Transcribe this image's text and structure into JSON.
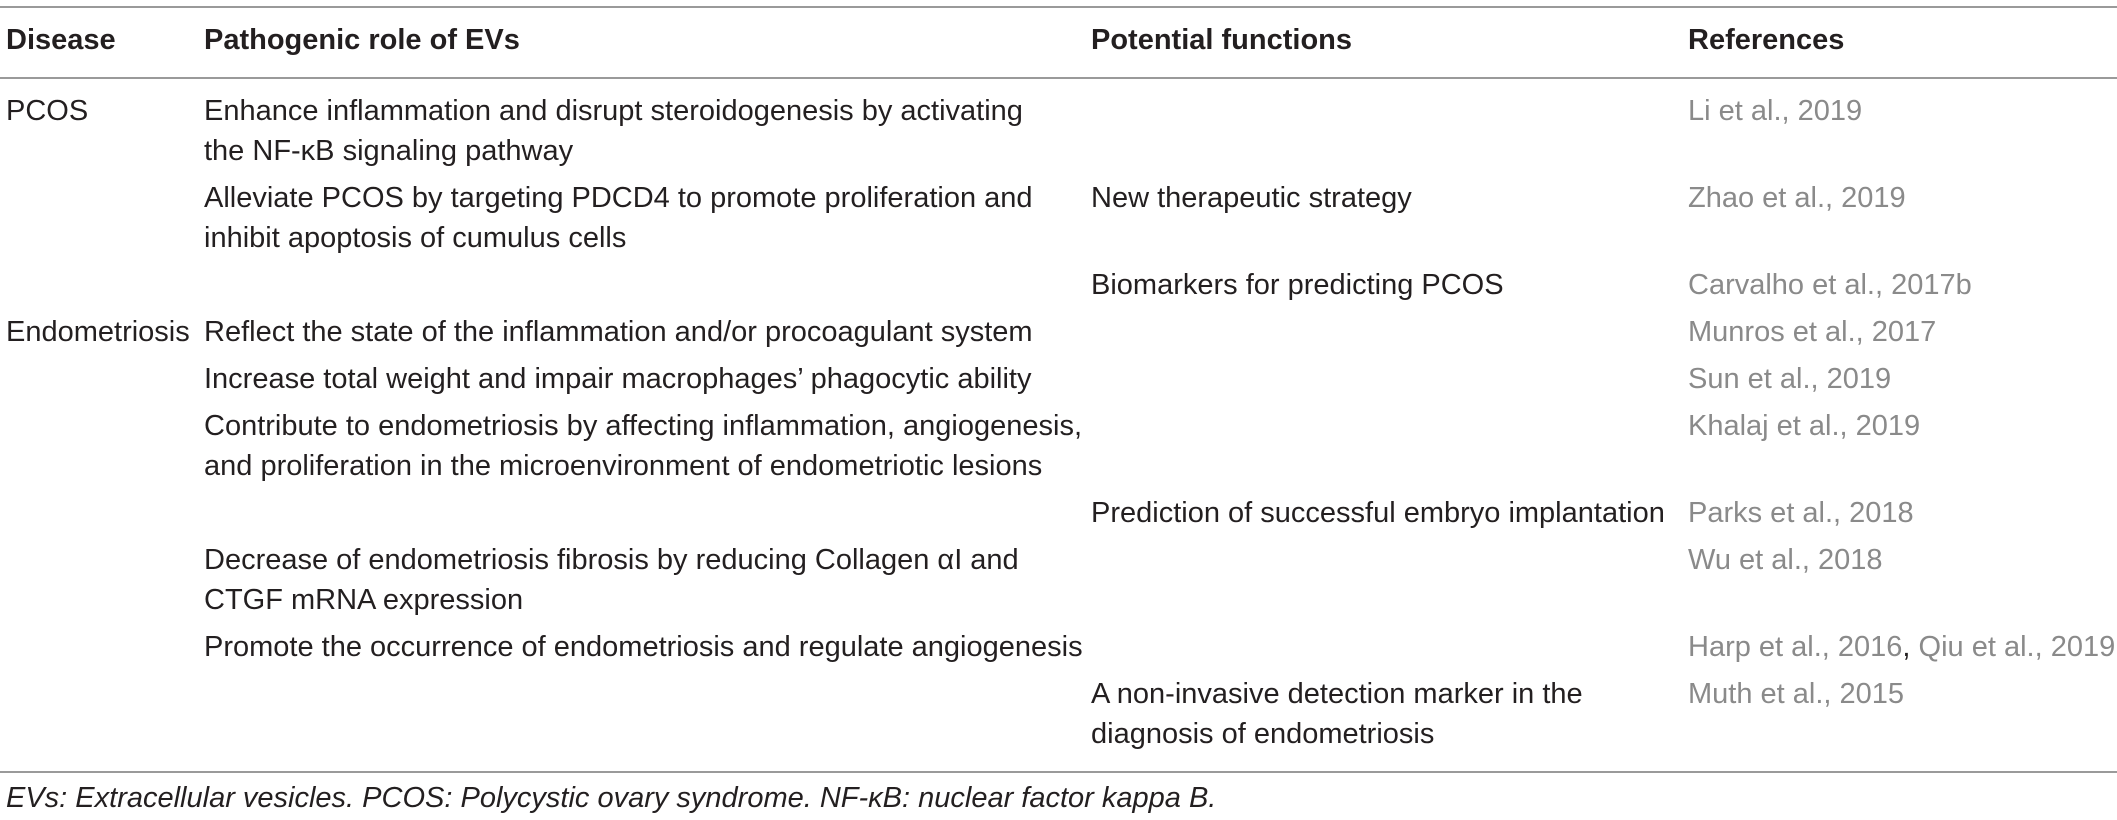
{
  "headers": {
    "disease": "Disease",
    "role": "Pathogenic role of EVs",
    "functions": "Potential functions",
    "references": "References"
  },
  "rows": [
    {
      "disease": "PCOS",
      "role": [
        "Enhance inflammation and disrupt steroidogenesis by activating",
        "the NF-κB signaling pathway"
      ],
      "function": [],
      "references": [
        "Li et al., 2019"
      ]
    },
    {
      "disease": "",
      "role": [
        "Alleviate PCOS by targeting PDCD4 to promote proliferation and",
        "inhibit apoptosis of cumulus cells"
      ],
      "function": [
        "New therapeutic strategy"
      ],
      "references": [
        "Zhao et al., 2019"
      ]
    },
    {
      "disease": "",
      "role": [],
      "function": [
        "Biomarkers for predicting PCOS"
      ],
      "references": [
        "Carvalho et al., 2017b"
      ]
    },
    {
      "disease": "Endometriosis",
      "role": [
        "Reflect the state of the inflammation and/or procoagulant system"
      ],
      "function": [],
      "references": [
        "Munros et al., 2017"
      ]
    },
    {
      "disease": "",
      "role": [
        "Increase total weight and impair macrophages’ phagocytic ability"
      ],
      "function": [],
      "references": [
        "Sun et al., 2019"
      ]
    },
    {
      "disease": "",
      "role": [
        "Contribute to endometriosis by affecting inflammation, angiogenesis,",
        "and proliferation in the microenvironment of endometriotic lesions"
      ],
      "function": [],
      "references": [
        "Khalaj et al., 2019"
      ]
    },
    {
      "disease": "",
      "role": [],
      "function": [
        "Prediction of successful embryo implantation"
      ],
      "references": [
        "Parks et al., 2018"
      ]
    },
    {
      "disease": "",
      "role": [
        "Decrease of endometriosis fibrosis by reducing Collagen αI and",
        "CTGF mRNA expression"
      ],
      "function": [],
      "references": [
        "Wu et al., 2018"
      ]
    },
    {
      "disease": "",
      "role": [
        "Promote the occurrence of endometriosis and regulate angiogenesis"
      ],
      "function": [],
      "references": [
        "Harp et al., 2016",
        "Qiu et al., 2019"
      ]
    },
    {
      "disease": "",
      "role": [],
      "function": [
        "A non-invasive detection marker in the",
        "diagnosis of endometriosis"
      ],
      "references": [
        "Muth et al., 2015"
      ]
    }
  ],
  "footnote": "EVs: Extracellular vesicles. PCOS: Polycystic ovary syndrome. NF-κB: nuclear factor kappa B."
}
